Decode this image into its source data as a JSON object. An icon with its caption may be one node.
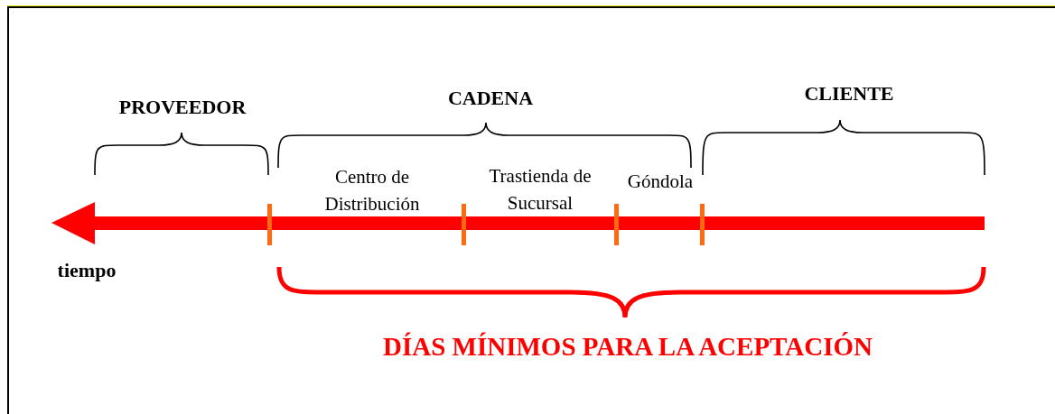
{
  "diagram": {
    "labels": [
      "PROVEEDOR",
      "CADENA",
      "CLIENTE",
      "Centro de Distribución",
      "Trastienda de Sucursal",
      "Góndola",
      "tiempo",
      "DÍAS MÍNIMOS PARA LA ACEPTACIÓN"
    ]
  }
}
